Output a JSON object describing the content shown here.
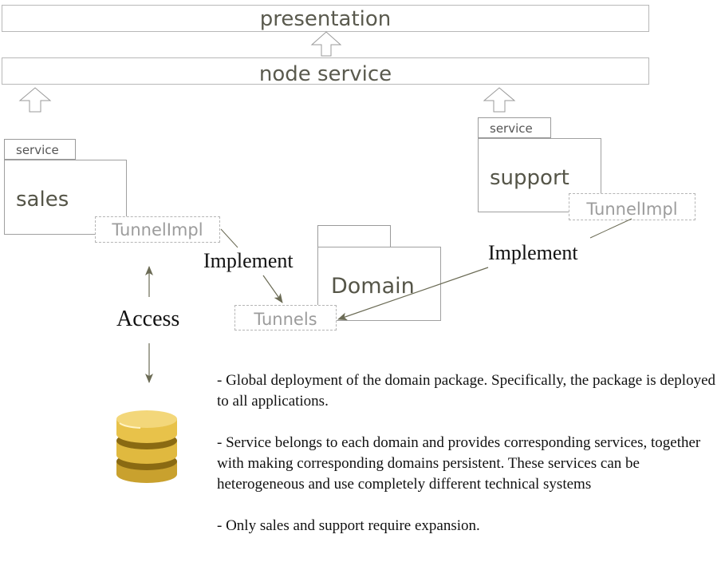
{
  "layers": {
    "presentation": "presentation",
    "node_service": "node service"
  },
  "packages": {
    "sales": {
      "tab": "service",
      "name": "sales",
      "impl": "TunnelImpl"
    },
    "support": {
      "tab": "service",
      "name": "support",
      "impl": "TunnelImpl"
    },
    "domain": {
      "tab": "",
      "name": "Domain",
      "tunnels": "Tunnels"
    }
  },
  "labels": {
    "implement_left": "Implement",
    "implement_right": "Implement",
    "access": "Access"
  },
  "icons": {
    "database": "database-icon",
    "arrow": "hollow-up-arrow-icon"
  },
  "notes": [
    "- Global deployment of the domain package. Specifically, the package is deployed to all applications.",
    "- Service belongs to each domain and provides corresponding services, together with making corresponding domains persistent. These services can be heterogeneous and use completely different technical systems",
    "- Only sales and support require expansion."
  ],
  "colors": {
    "database_gold": "#e8c24a",
    "database_dark": "#8a6a12",
    "arrow_line": "#6b6b55"
  }
}
